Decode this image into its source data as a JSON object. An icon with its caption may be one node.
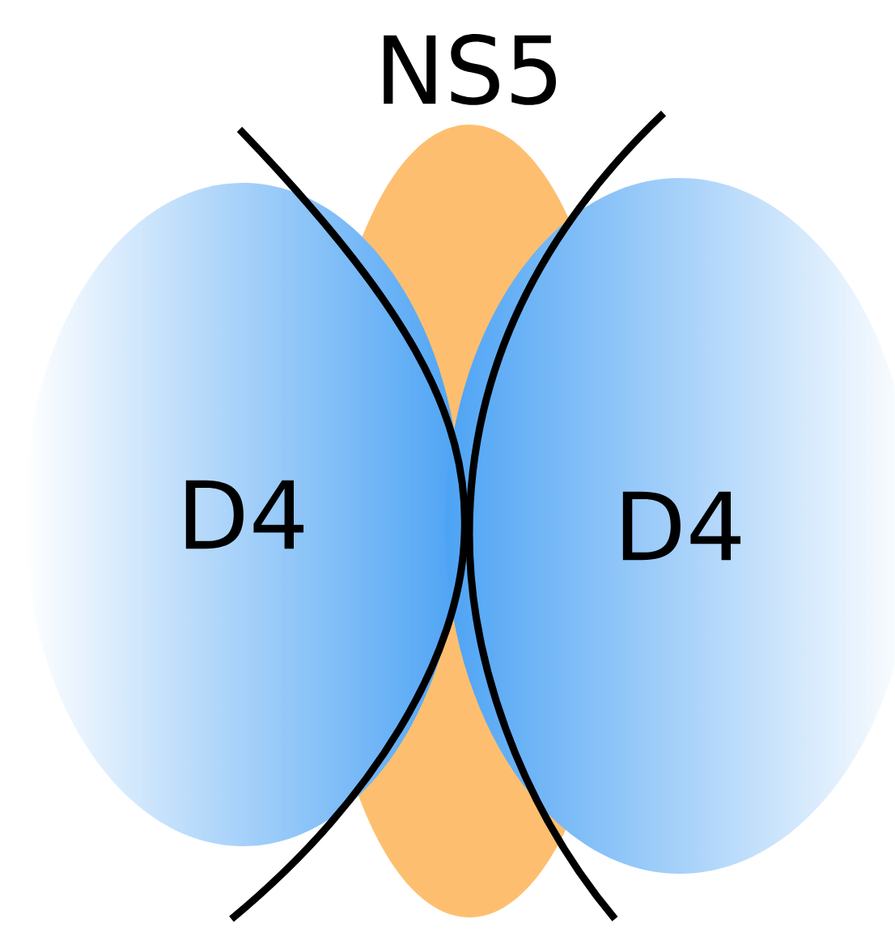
{
  "diagram": {
    "nodes": [
      {
        "text": [
          "NS5"
        ]
      },
      {
        "text": [
          "D4"
        ]
      },
      {
        "text": [
          "D4"
        ]
      }
    ]
  }
}
